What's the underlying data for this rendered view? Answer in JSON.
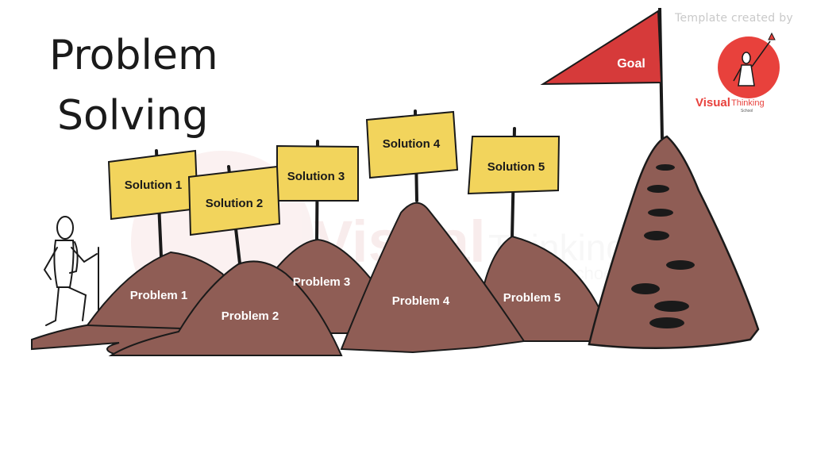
{
  "title": {
    "line1": "Problem",
    "line2": "Solving"
  },
  "credit": "Template created by",
  "logo": {
    "word1": "Visual",
    "word2": "Thinking",
    "word3": "School"
  },
  "goal": "Goal",
  "solutions": [
    "Solution 1",
    "Solution 2",
    "Solution 3",
    "Solution 4",
    "Solution 5"
  ],
  "problems": [
    "Problem 1",
    "Problem 2",
    "Problem 3",
    "Problem 4",
    "Problem 5"
  ],
  "colors": {
    "mound": "#8f5d55",
    "sign": "#f2d45c",
    "flag": "#d63a3a",
    "logo_circle": "#e8413c",
    "watermark": "#f6e5e5"
  }
}
